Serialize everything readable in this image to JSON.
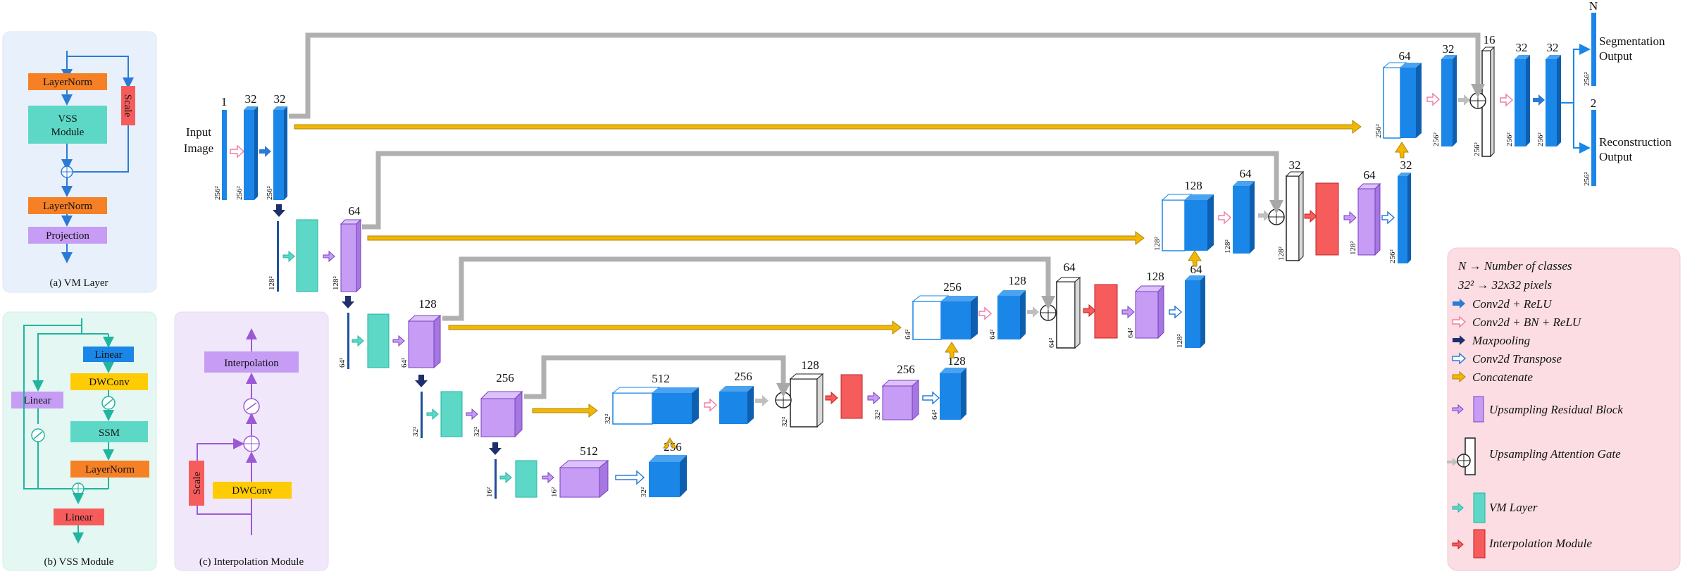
{
  "vm_layer": {
    "caption": "(a) VM Layer",
    "layernorm1": "LayerNorm",
    "vss": [
      "VSS",
      "Module"
    ],
    "scale": "Scale",
    "layernorm2": "LayerNorm",
    "projection": "Projection"
  },
  "vss_module": {
    "caption": "(b) VSS Module",
    "linear_top": "Linear",
    "dwconv": "DWConv",
    "ssm": "SSM",
    "layernorm": "LayerNorm",
    "linear_left": "Linear",
    "linear_out": "Linear"
  },
  "interp_module": {
    "caption": "(c) Interpolation Module",
    "interpolation": "Interpolation",
    "dwconv": "DWConv",
    "scale": "Scale"
  },
  "network": {
    "input_label": [
      "Input",
      "Image"
    ],
    "channels": {
      "in1": "1",
      "in32a": "32",
      "in32b": "32",
      "enc64": "64",
      "enc128": "128",
      "enc256": "256",
      "b512": "512",
      "b256": "256",
      "d4_512": "512",
      "d4_256": "256",
      "d4_128": "128",
      "d4_256b": "256",
      "d4_128b": "128",
      "d3_256": "256",
      "d3_128": "128",
      "d3_64": "64",
      "d3_128b": "128",
      "d3_64b": "64",
      "d2_128": "128",
      "d2_64": "64",
      "d2_32": "32",
      "d2_64b": "64",
      "d2_32b": "32",
      "d1_64": "64",
      "d1_32": "32",
      "d1_16": "16",
      "o32a": "32",
      "o32b": "32",
      "seg_n": "N",
      "rec_2": "2"
    },
    "dims": {
      "r256": "256²",
      "r128": "128²",
      "r64": "64²",
      "r32": "32²",
      "r16": "16²"
    },
    "outputs": {
      "segmentation": [
        "Segmentation",
        "Output"
      ],
      "reconstruction": [
        "Reconstruction",
        "Output"
      ]
    }
  },
  "legend": {
    "line1": "N → Number of classes",
    "line2": "32² → 32x32 pixels",
    "items": [
      {
        "label": "Conv2d + ReLU",
        "icon": "blue-arrow-icon"
      },
      {
        "label": "Conv2d + BN + ReLU",
        "icon": "pink-arrow-icon"
      },
      {
        "label": "Maxpooling",
        "icon": "navy-arrow-icon"
      },
      {
        "label": "Conv2d Transpose",
        "icon": "hollow-arrow-icon"
      },
      {
        "label": "Concatenate",
        "icon": "gold-arrow-icon"
      },
      {
        "label": "Upsampling Residual Block",
        "icon": "purple-block-icon"
      },
      {
        "label": "Upsampling Attention Gate",
        "icon": "attention-gate-icon"
      },
      {
        "label": "VM Layer",
        "icon": "teal-block-icon"
      },
      {
        "label": "Interpolation Module",
        "icon": "red-block-icon"
      }
    ]
  },
  "colors": {
    "blue": "#1a86e8",
    "purple": "#c69cf5",
    "teal": "#5dd8c6",
    "orange": "#f58025",
    "red": "#f75c5c",
    "yellow": "#ffcb05",
    "gold": "#f2b705",
    "navy": "#1f2f6b",
    "gray": "#bfbfbf"
  }
}
